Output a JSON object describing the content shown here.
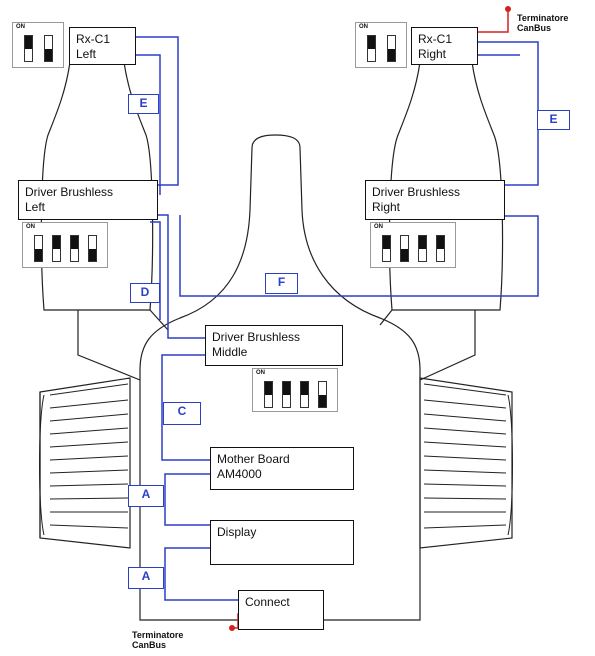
{
  "boxes": {
    "rx_left": {
      "line1": "Rx-C1",
      "line2": "Left"
    },
    "rx_right": {
      "line1": "Rx-C1",
      "line2": "Right"
    },
    "driver_left": {
      "line1": "Driver Brushless",
      "line2": "Left"
    },
    "driver_right": {
      "line1": "Driver Brushless",
      "line2": "Right"
    },
    "driver_middle": {
      "line1": "Driver Brushless",
      "line2": "Middle"
    },
    "mother_board": {
      "line1": "Mother Board",
      "line2": "AM4000"
    },
    "display": {
      "line1": "Display"
    },
    "connect": {
      "line1": "Connect"
    }
  },
  "cable_labels": {
    "e_left": "E",
    "e_right": "E",
    "d": "D",
    "f": "F",
    "c": "C",
    "a_upper": "A",
    "a_lower": "A"
  },
  "terminators": {
    "top_right": {
      "line1": "Terminatore",
      "line2": "CanBus"
    },
    "bottom": {
      "line1": "Terminatore",
      "line2": "CanBus"
    }
  },
  "dip_switches": {
    "rx_left": {
      "label": "ON",
      "positions": [
        "on",
        "off"
      ]
    },
    "rx_right": {
      "label": "ON",
      "positions": [
        "on",
        "off"
      ]
    },
    "driver_left": {
      "label": "ON",
      "positions": [
        "off",
        "on",
        "on",
        "off"
      ]
    },
    "driver_right": {
      "label": "ON",
      "positions": [
        "on",
        "off",
        "on",
        "on"
      ]
    },
    "driver_middle": {
      "label": "ON",
      "positions": [
        "on",
        "on",
        "on",
        "off"
      ]
    }
  },
  "colors": {
    "wire": "#2b3fc7",
    "terminator_wire": "#d42020",
    "outline": "#111111"
  }
}
